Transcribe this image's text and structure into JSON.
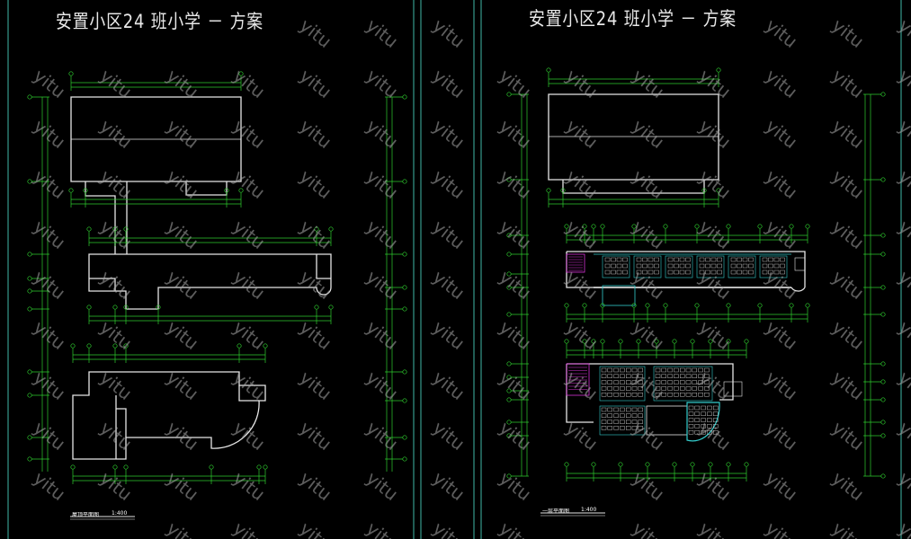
{
  "left_sheet": {
    "title": "安置小区24 班小学 － 方案",
    "plan_label": "屋顶平面图",
    "scale": "1:400"
  },
  "right_sheet": {
    "title": "安置小区24 班小学 － 方案",
    "plan_label": "一层平面图",
    "scale": "1:400"
  },
  "watermark": "yitu",
  "colors": {
    "background": "#000000",
    "frame": "#3fb8a8",
    "dimension": "#2ecc2e",
    "wall": "#e6e6e6",
    "stair": "#d633d6",
    "cyan": "#33cccc"
  }
}
